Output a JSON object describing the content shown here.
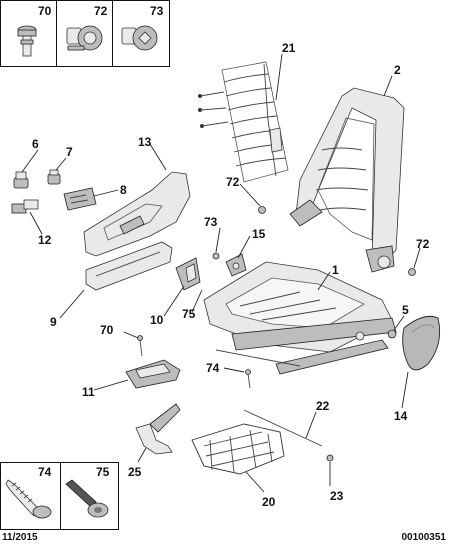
{
  "fastener_boxes_top": [
    {
      "number": "70",
      "icon": "bolt-icon"
    },
    {
      "number": "72",
      "icon": "nut-icon"
    },
    {
      "number": "73",
      "icon": "nut-icon"
    }
  ],
  "fastener_boxes_bottom": [
    {
      "number": "74",
      "icon": "threaded-bolt-icon"
    },
    {
      "number": "75",
      "icon": "shouldered-bolt-icon"
    }
  ],
  "callouts": {
    "c1": "1",
    "c2": "2",
    "c5": "5",
    "c6": "6",
    "c7": "7",
    "c8": "8",
    "c9": "9",
    "c10": "10",
    "c11": "11",
    "c12": "12",
    "c13": "13",
    "c14": "14",
    "c15": "15",
    "c20": "20",
    "c21": "21",
    "c22": "22",
    "c23": "23",
    "c25": "25",
    "c70": "70",
    "c72a": "72",
    "c72b": "72",
    "c73": "73",
    "c74": "74",
    "c75": "75"
  },
  "footer": {
    "date": "11/2015",
    "reference": "00100351"
  }
}
